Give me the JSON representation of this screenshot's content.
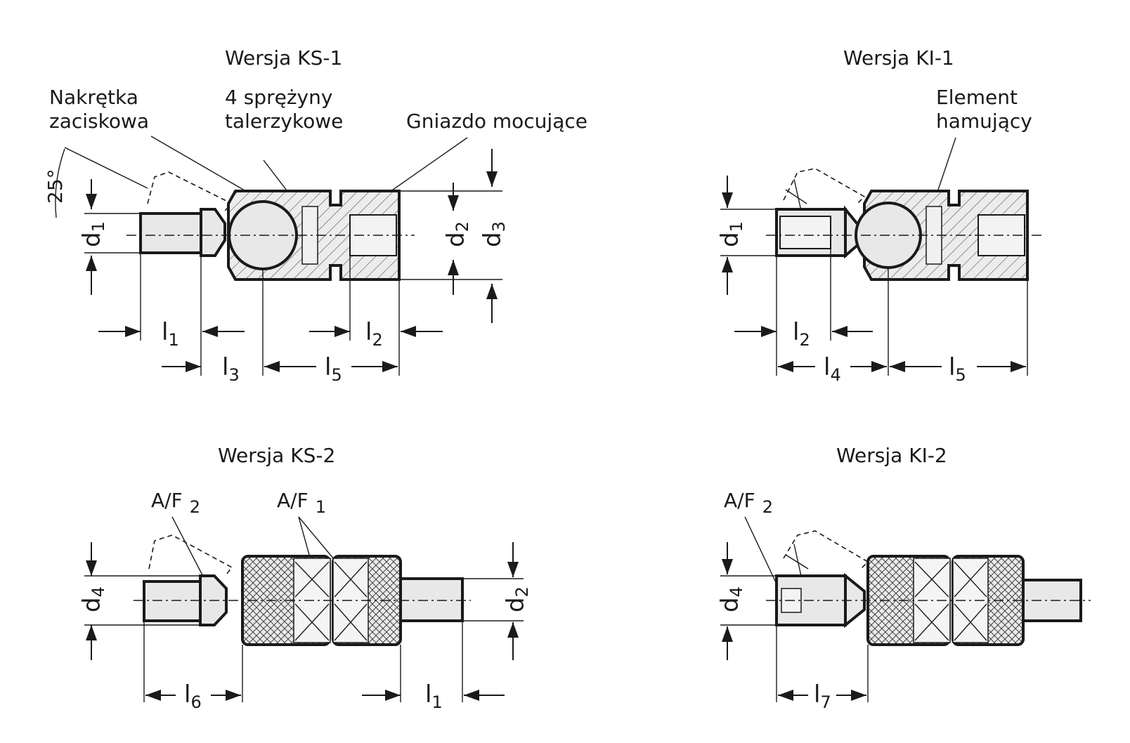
{
  "views": {
    "ks1": {
      "title": "Wersja   KS-1",
      "callout_nut": "Nakrętka\nzaciskowa",
      "callout_springs": "4 sprężyny\ntalerzykowe",
      "callout_socket": "Gniazdo mocujące",
      "angle": "25°",
      "dims": [
        "d1",
        "d2",
        "d3",
        "l1",
        "l2",
        "l3",
        "l5"
      ]
    },
    "ki1": {
      "title": "Wersja   KI-1",
      "callout_brake": "Element\nhamujący",
      "dims": [
        "d1",
        "l2",
        "l4",
        "l5"
      ]
    },
    "ks2": {
      "title": "Wersja   KS-2",
      "callout_af2": "A/F 2",
      "callout_af1": "A/F 1",
      "dims": [
        "d4",
        "d2",
        "l6",
        "l1"
      ]
    },
    "ki2": {
      "title": "Wersja   KI-2",
      "callout_af2": "A/F 2",
      "dims": [
        "d4",
        "l7"
      ]
    }
  },
  "colors": {
    "line": "#1a1a1a",
    "fill": "#e8e8e8",
    "background": "#ffffff"
  }
}
